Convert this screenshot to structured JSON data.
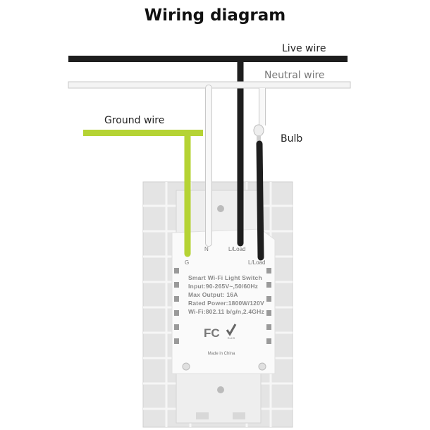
{
  "title": "Wiring diagram",
  "wires": {
    "live": {
      "label": "Live wire",
      "color": "#1e1e1e"
    },
    "neutral": {
      "label": "Neutral wire",
      "color": "#f4f4f4"
    },
    "ground": {
      "label": "Ground wire",
      "color": "#b5d334"
    },
    "bulb": {
      "label": "Bulb"
    }
  },
  "terminals": {
    "g": "G",
    "n": "N",
    "load1": "L/Load",
    "load2": "L/Load"
  },
  "module": {
    "specs": [
      "Smart Wi-Fi Light Switch",
      "Input:90-265V~,50/60Hz",
      "Max Output: 16A",
      "Rated Power:1800W/120V",
      "Wi-Fi:802.11 b/g/n,2.4GHz"
    ],
    "fc_mark": "FC",
    "rohs_mark": "RoHS",
    "origin": "Made in China"
  }
}
